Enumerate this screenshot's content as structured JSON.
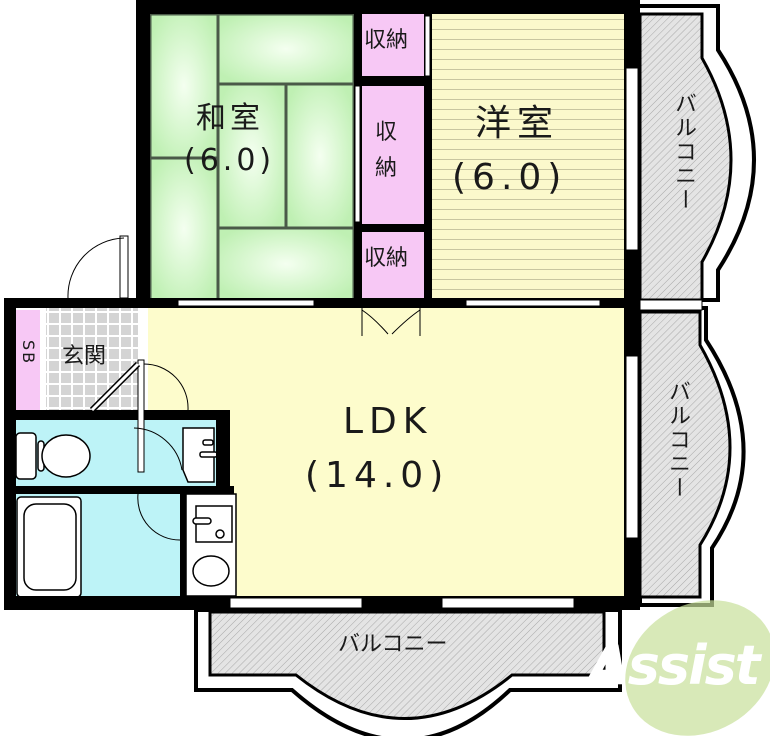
{
  "floorplan": {
    "rooms": {
      "washitsu": {
        "name": "和室",
        "size": "(6.0)"
      },
      "youshitsu": {
        "name": "洋室",
        "size": "(6.0)"
      },
      "ldk": {
        "name": "LDK",
        "size": "(14.0)"
      },
      "genkan": {
        "name": "玄関"
      },
      "shoe_box": {
        "name": "SB"
      }
    },
    "storage": {
      "top": "収納",
      "middle_line1": "収",
      "middle_line2": "納",
      "bottom": "収納"
    },
    "balconies": {
      "east_upper": "バルコニー",
      "east_lower": "バルコニー",
      "south": "バルコニー"
    },
    "logo": {
      "text": "Assist",
      "color": "#8bbf3c"
    },
    "colors": {
      "tatami": "#d8f7d0",
      "youshitsu_floor": "#fbf9cc",
      "ldk_floor": "#fdfccc",
      "storage": "#f7c8f5",
      "wet_area": "#bdf3f7",
      "genkan_tile": "#d9d9d9",
      "balcony": "#d6d6d6",
      "wall": "#000000"
    }
  }
}
